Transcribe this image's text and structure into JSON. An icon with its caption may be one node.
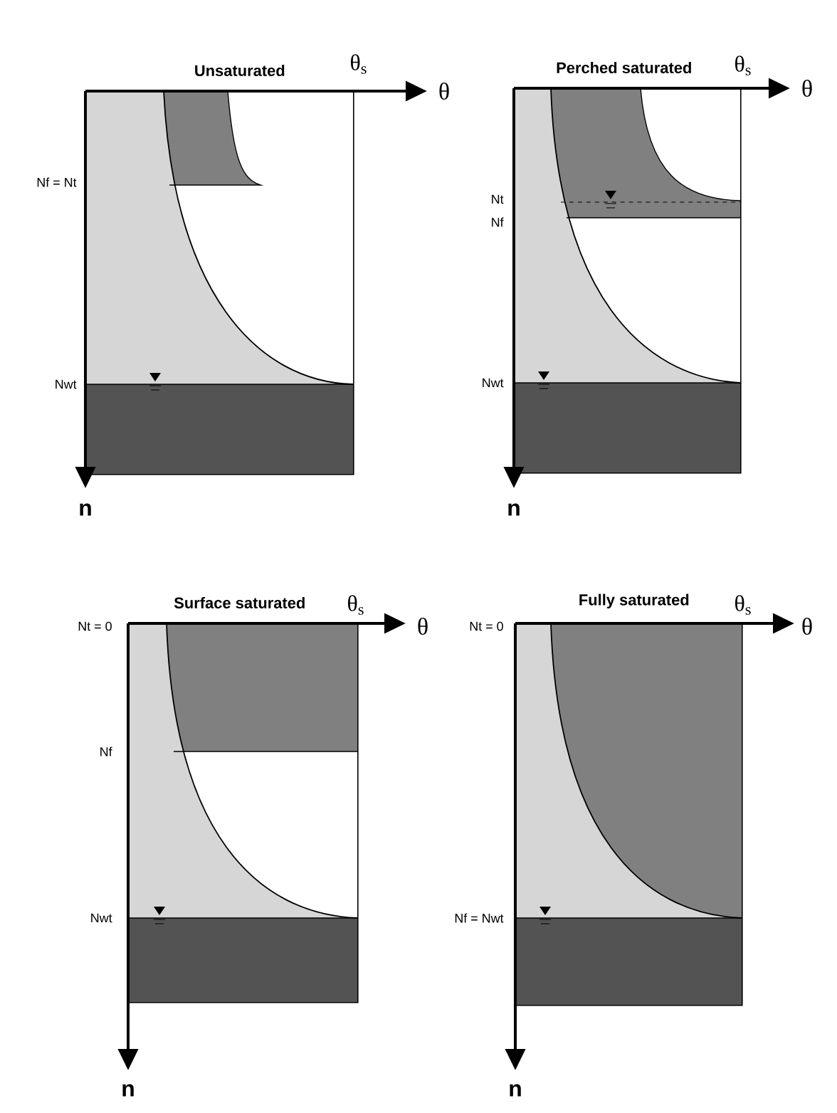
{
  "diagram": {
    "nodes": [
      {
        "text": [
          "Unsaturated"
        ]
      },
      {
        "text": [
          "Perched saturated"
        ]
      },
      {
        "text": [
          "Surface saturated"
        ]
      },
      {
        "text": [
          "Fully saturated"
        ]
      }
    ],
    "labels": [
      "θ$_{s}$",
      "θ",
      "Nf = Nt",
      "Nwt",
      "n",
      "θ$_{s}$",
      "θ",
      "Nt",
      "Nf",
      "Nwt",
      "n",
      "θ$_{s}$",
      "θ",
      "Nt = 0",
      "Nf",
      "Nwt",
      "n",
      "θ$_{s}$",
      "θ",
      "Nt = 0",
      "Nf = Nwt",
      "n"
    ]
  }
}
